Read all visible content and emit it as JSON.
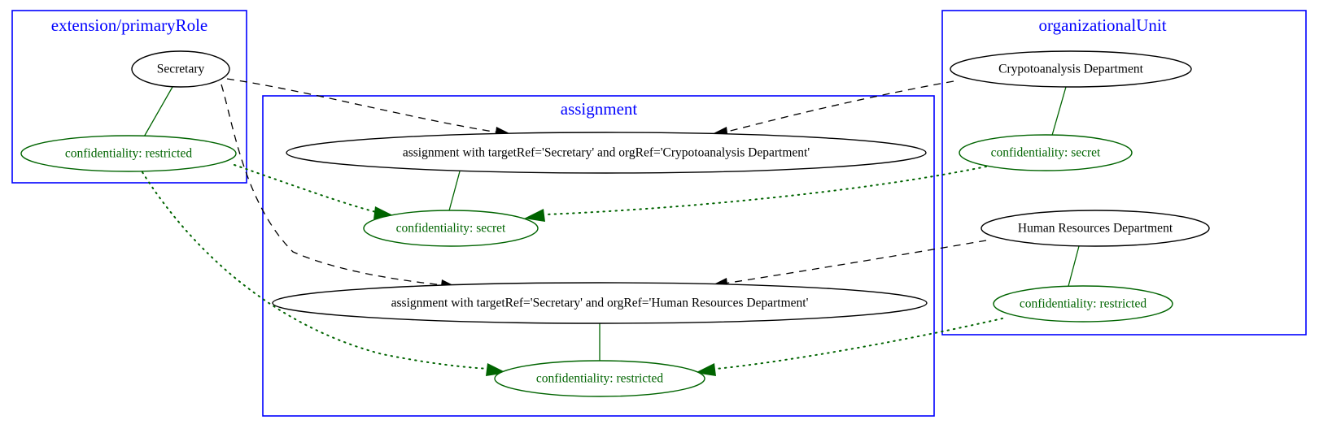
{
  "diagram": {
    "title_note": "graphviz-style clustered node-link diagram",
    "clusters": [
      {
        "id": "primaryRole",
        "label": "extension/primaryRole"
      },
      {
        "id": "assignment",
        "label": "assignment"
      },
      {
        "id": "organizationalUnit",
        "label": "organizationalUnit"
      }
    ],
    "nodes": {
      "secretary": {
        "label": "Secretary"
      },
      "role_restricted": {
        "label": "confidentiality: restricted"
      },
      "assign_crypto": {
        "label": "assignment with targetRef='Secretary' and orgRef='Crypotoanalysis Department'"
      },
      "assign_crypto_conf": {
        "label": "confidentiality: secret"
      },
      "assign_hr": {
        "label": "assignment with targetRef='Secretary' and orgRef='Human Resources Department'"
      },
      "assign_hr_conf": {
        "label": "confidentiality: restricted"
      },
      "crypto_dept": {
        "label": "Crypotoanalysis Department"
      },
      "crypto_conf": {
        "label": "confidentiality: secret"
      },
      "hr_dept": {
        "label": "Human Resources Department"
      },
      "hr_conf": {
        "label": "confidentiality: restricted"
      }
    },
    "colors": {
      "cluster_border": "#0000ff",
      "cluster_label": "#0000ff",
      "node_black": "#000000",
      "node_green": "#006400",
      "background": "#ffffff"
    },
    "edge_styles": {
      "attribute": "solid green",
      "reference": "dashed black with arrowhead",
      "derivation": "dotted green with arrowhead"
    }
  }
}
